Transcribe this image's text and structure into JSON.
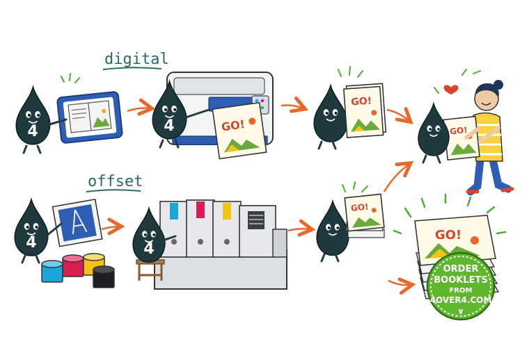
{
  "labels": {
    "digital": "digital",
    "offset": "offset"
  },
  "mascot_number": "4",
  "go_text": "GO!",
  "cta": {
    "line1": "ORDER",
    "line2": "BOOKLETS",
    "line3": "FROM",
    "line4": "4OVER4.COM",
    "chevron": "∨"
  },
  "colors": {
    "mascot": "#1f3a3f",
    "arrow": "#e8682a",
    "label_teal": "#2b6a66",
    "cta_green": "#5fb72e",
    "go_red": "#d8442b",
    "ink_cyan": "#1aa6d9",
    "ink_magenta": "#d81f52",
    "ink_yellow": "#f2c417",
    "ink_black": "#1d1f22"
  }
}
